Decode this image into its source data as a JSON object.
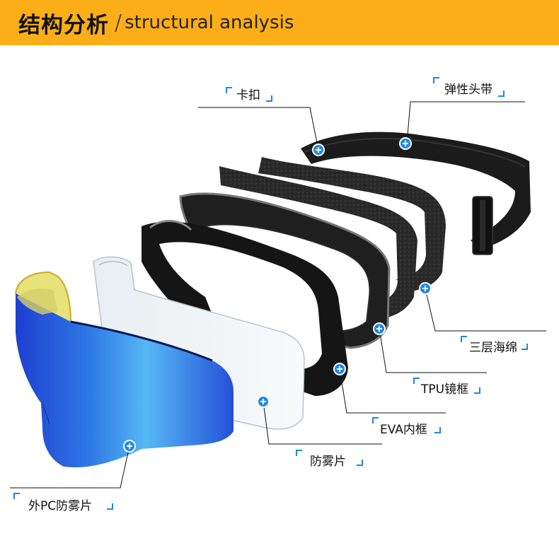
{
  "header": {
    "title": "结构分析",
    "slash": "/",
    "subtitle": "structural analysis",
    "color": "#fbae17"
  },
  "colors": {
    "accent": "#1e88e5",
    "bracket": "#1e88e5",
    "line": "#111111"
  },
  "labels": {
    "buckle": "卡扣",
    "strap": "弹性头带",
    "foam": "三层海绵",
    "tpu_frame": "TPU镜框",
    "eva_frame": "EVA内框",
    "antifog": "防雾片",
    "outer_pc": "外PC防雾片"
  }
}
